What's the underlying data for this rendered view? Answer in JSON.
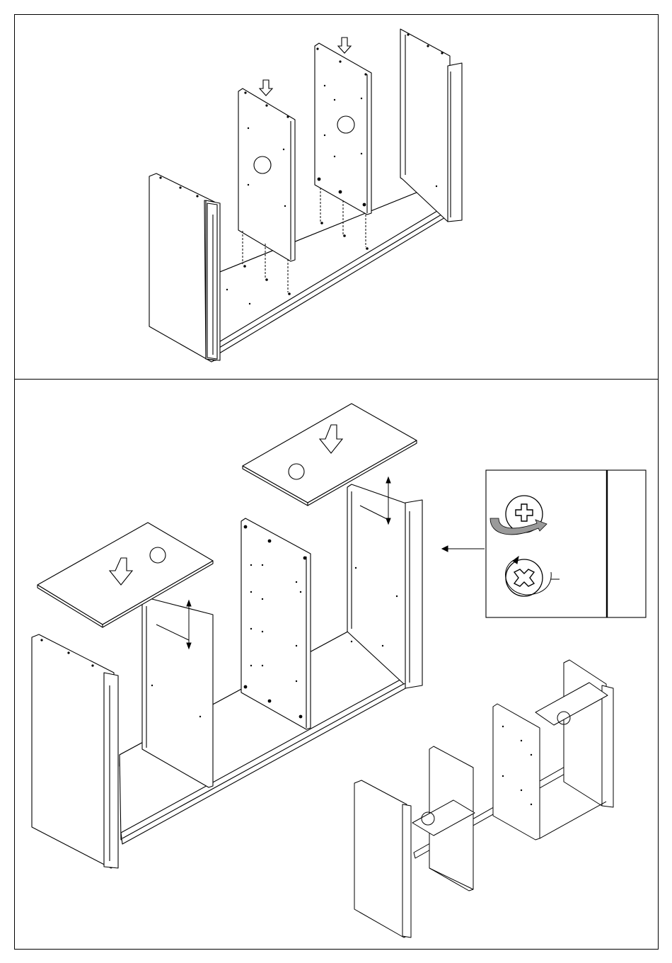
{
  "steps": [
    {
      "name": "step-insert-dividers",
      "hardware_circle": ""
    },
    {
      "name": "step-attach-tops",
      "hardware_circle": ""
    }
  ],
  "detail": {
    "cam_lock_mark": "",
    "lock_direction": "clockwise"
  }
}
